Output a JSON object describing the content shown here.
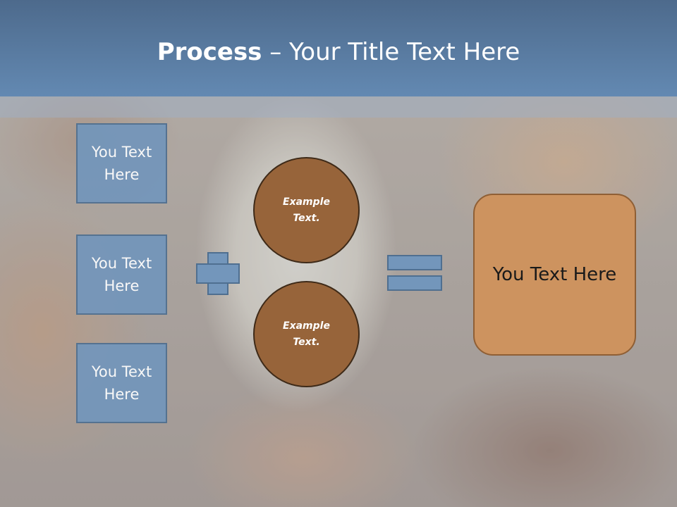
{
  "slide": {
    "title_bold": "Process",
    "title_rest": " – Your Title Text Here"
  },
  "inputs": [
    {
      "label": "You Text Here"
    },
    {
      "label": "You Text Here"
    },
    {
      "label": "You Text Here"
    }
  ],
  "circles": [
    {
      "text": "Example Text."
    },
    {
      "text": "Example Text."
    }
  ],
  "result": {
    "label": "You Text Here"
  },
  "colors": {
    "header": "#5b7ea5",
    "box_fill": "#7396bb",
    "circle_fill": "#97643a",
    "result_fill": "#cd935f"
  },
  "icons": {
    "plus": "plus-icon",
    "equals": "equals-icon"
  }
}
